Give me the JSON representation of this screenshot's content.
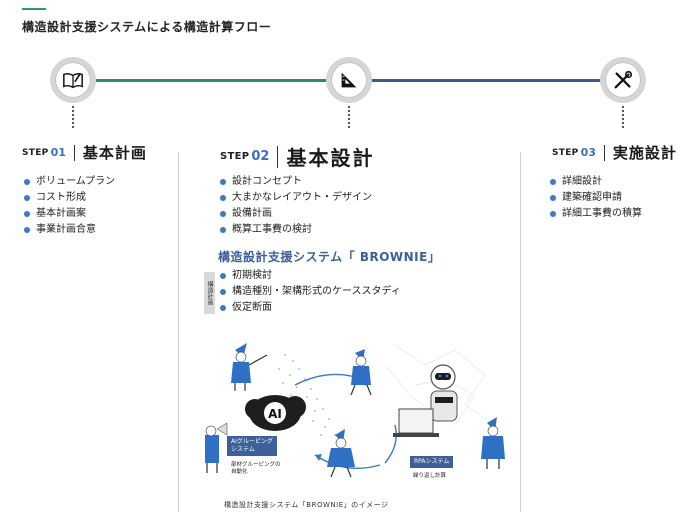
{
  "page_title": "構造設計支援システムによる構造計算フロー",
  "steps": [
    {
      "word": "STEP",
      "number": "01",
      "title": "基本計画",
      "icon": "book-pencil-icon",
      "items": [
        "ボリュームプラン",
        "コスト形成",
        "基本計画案",
        "事業計画合意"
      ]
    },
    {
      "word": "STEP",
      "number": "02",
      "title": "基本設計",
      "icon": "ruler-triangle-icon",
      "items": [
        "設計コンセプト",
        "大まかなレイアウト・デザイン",
        "設備計画",
        "概算工事費の検討"
      ]
    },
    {
      "word": "STEP",
      "number": "03",
      "title": "実施設計",
      "icon": "tools-icon",
      "items": [
        "詳細設計",
        "建築確認申請",
        "詳細工事費の積算"
      ]
    }
  ],
  "brownie": {
    "title": "構造設計支援システム「 BROWNIE」",
    "side_tag": "構造計画",
    "items": [
      "初期検討",
      "構造種別・架構形式のケーススタディ",
      "仮定断面"
    ],
    "ai_label": "AI",
    "ai_box": "AIグルーピング\nシステム",
    "ai_note": "部材グルーピングの\n自動化",
    "rpa_box": "RPAシステム",
    "rpa_note": "繰り返し計算",
    "caption": "構造設計支援システム「BROWNIE」のイメージ"
  },
  "colors": {
    "green_line": "#2e8b68",
    "blue_line": "#3c5d8c",
    "accent_blue": "#3b78c8",
    "brownie_title": "#3a5f9a",
    "figure_blue": "#2f6fc4"
  }
}
